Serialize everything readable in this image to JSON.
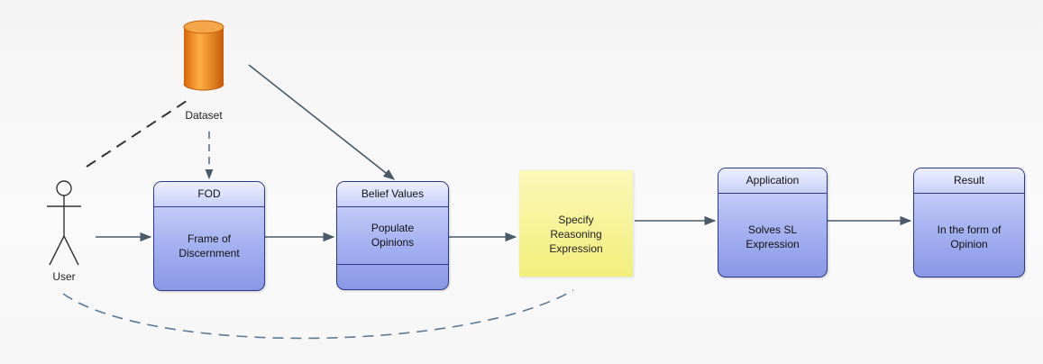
{
  "diagram": {
    "dataset": {
      "label": "Dataset"
    },
    "actor": {
      "label": "User"
    },
    "fod": {
      "header": "FOD",
      "body": "Frame of\nDiscernment"
    },
    "belief": {
      "header": "Belief Values",
      "body": "Populate\nOpinions"
    },
    "specify": {
      "body": "Specify\nReasoning\nExpression"
    },
    "application": {
      "header": "Application",
      "body": "Solves SL\nExpression"
    },
    "result": {
      "header": "Result",
      "body": "In the form of\nOpinion"
    }
  },
  "colors": {
    "box_border": "#2f3a86",
    "box_fill": "#a7b3f1",
    "note_fill": "#f5f29a",
    "cylinder": "#f08a1c",
    "connector": "#4a5a68",
    "dashed_curve": "#5a7a96"
  }
}
